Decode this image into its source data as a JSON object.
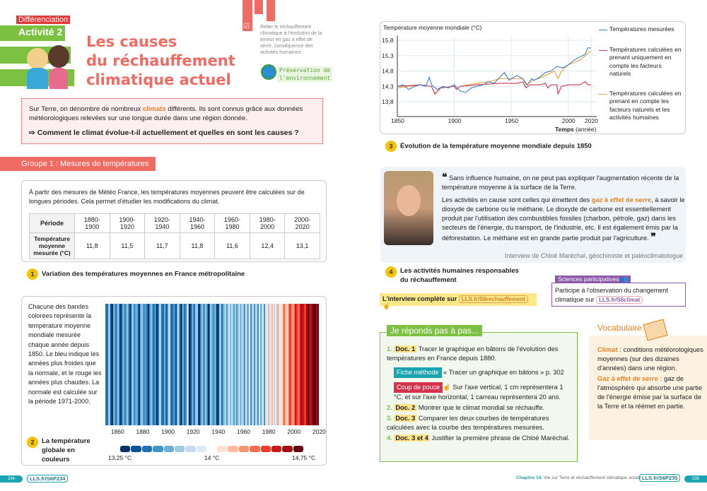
{
  "header": {
    "differenciation": "Différenciation",
    "activite": "Activité 2",
    "title": [
      "Les causes",
      "du réchauffement",
      "climatique actuel"
    ],
    "objective": "Relier le réchauffement climatique à l'évolution de la teneur en gaz à effet de serre, conséquence des activités humaines.",
    "theme": [
      "Préservation de",
      "l'environnement"
    ]
  },
  "intro": {
    "text_before": "Sur Terre, on dénombre de nombreux ",
    "keyword": "climats",
    "text_after": " différents. Ils sont connus grâce aux données météorologiques relevées sur une longue durée dans une région donnée.",
    "question": "Comment le climat évolue-t-il actuellement et quelles en sont les causes ?"
  },
  "group1": {
    "label": "Groupe 1 : Mesures de températures"
  },
  "doc1": {
    "text": "À partir des mesures de Météo France, les températures moyennes peuvent être calculées sur de longues périodes. Cela permet d'étudier les modifications du climat.",
    "header_label": "Période",
    "row_label": "Température moyenne mesurée (°C)",
    "periods": [
      "1880-1900",
      "1900-1920",
      "1920-1940",
      "1940-1960",
      "1960-1980",
      "1980-2000",
      "2000-2020"
    ],
    "values": [
      "11,8",
      "11,5",
      "11,7",
      "11,8",
      "11,6",
      "12,4",
      "13,1"
    ],
    "num": "1",
    "caption": "Variation des températures moyennes en France métropolitaine"
  },
  "doc2": {
    "text": "Chacune des bandes colorées représente la température moyenne mondiale mesurée chaque année depuis 1850. Le bleu indique les années plus froides que la normale, et le rouge les années plus chaudes. La normale est calculée sur la période 1971-2000.",
    "ticks": [
      "1860",
      "1880",
      "1900",
      "1920",
      "1940",
      "1960",
      "1980",
      "2000",
      "2020"
    ],
    "scale_min": "13,25 °C",
    "scale_mid": "14 °C",
    "scale_max": "14,75 °C",
    "palette": [
      "#08306b",
      "#08519c",
      "#2171b5",
      "#4292c6",
      "#6baed6",
      "#9ecae1",
      "#c6dbef",
      "#deebf7",
      "#fee0d2",
      "#fcbba1",
      "#fc9272",
      "#fb6a4a",
      "#ef3b2c",
      "#cb181d",
      "#a50f15",
      "#67000d"
    ],
    "num": "2",
    "caption": "La température globale en couleurs"
  },
  "doc3": {
    "num": "3",
    "caption": "Évolution de la température moyenne mondiale depuis 1850",
    "chart_data": {
      "type": "line",
      "ylabel": "Température moyenne mondiale (°C)",
      "xlabel_bold": "Temps",
      "xlabel_unit": "(année)",
      "yticks": [
        "15,8",
        "15,3",
        "14,8",
        "14,3",
        "13,8"
      ],
      "ytick_values": [
        15.8,
        15.3,
        14.8,
        14.3,
        13.8
      ],
      "xticks": [
        "1850",
        "1900",
        "1950",
        "2000",
        "2020"
      ],
      "xtick_values": [
        1850,
        1900,
        1950,
        2000,
        2020
      ],
      "xlim": [
        1850,
        2025
      ],
      "ylim": [
        13.3,
        15.95
      ],
      "series": [
        {
          "name": "Températures mesurées",
          "color": "#3a7cc4",
          "x": [
            1850,
            1855,
            1860,
            1865,
            1870,
            1875,
            1878,
            1880,
            1885,
            1890,
            1895,
            1900,
            1905,
            1910,
            1915,
            1920,
            1925,
            1930,
            1935,
            1940,
            1944,
            1948,
            1950,
            1955,
            1960,
            1964,
            1968,
            1970,
            1975,
            1980,
            1985,
            1990,
            1995,
            2000,
            2005,
            2010,
            2015,
            2017,
            2020
          ],
          "y": [
            14.3,
            14.35,
            14.2,
            14.3,
            14.35,
            14.3,
            14.6,
            14.35,
            14.2,
            14.3,
            14.25,
            14.35,
            14.15,
            14.1,
            14.25,
            14.3,
            14.35,
            14.45,
            14.4,
            14.6,
            14.75,
            14.5,
            14.55,
            14.65,
            14.55,
            14.35,
            14.55,
            14.5,
            14.6,
            14.75,
            14.8,
            14.95,
            14.9,
            15.0,
            15.15,
            15.25,
            15.35,
            15.55,
            15.55
          ]
        },
        {
          "name": "Températures calculées en prenant uniquement en compte les facteurs naturels",
          "color": "#d6334f",
          "x": [
            1850,
            1870,
            1880,
            1883,
            1888,
            1900,
            1902,
            1905,
            1920,
            1940,
            1955,
            1960,
            1963,
            1966,
            1975,
            1980,
            1982,
            1985,
            1990,
            1991,
            1994,
            2000,
            2010,
            2015,
            2017,
            2020
          ],
          "y": [
            14.3,
            14.35,
            14.3,
            14.05,
            14.25,
            14.3,
            14.2,
            14.3,
            14.35,
            14.4,
            14.4,
            14.45,
            14.25,
            14.35,
            14.35,
            14.4,
            14.25,
            14.35,
            14.35,
            14.05,
            14.3,
            14.35,
            14.35,
            14.45,
            14.35,
            14.35
          ]
        },
        {
          "name": "Températures calculées en prenant en compte les facteurs naturels et les activités humaines",
          "color": "#f0a030",
          "x": [
            1850,
            1870,
            1880,
            1883,
            1888,
            1900,
            1902,
            1905,
            1920,
            1930,
            1940,
            1955,
            1960,
            1963,
            1970,
            1980,
            1988,
            1991,
            1994,
            2000,
            2010,
            2020
          ],
          "y": [
            14.25,
            14.35,
            14.3,
            14.05,
            14.25,
            14.3,
            14.2,
            14.3,
            14.4,
            14.45,
            14.55,
            14.55,
            14.55,
            14.35,
            14.5,
            14.65,
            14.8,
            14.55,
            14.8,
            15.0,
            15.15,
            15.45
          ]
        }
      ]
    }
  },
  "doc4": {
    "quote1": "Sans influence humaine, on ne peut pas expliquer l'augmentation récente de la température moyenne à la surface de la Terre.",
    "quote2_before": "Les activités en cause sont celles qui émettent des ",
    "quote2_keyword": "gaz à effet de serre",
    "quote2_after": ", à savoir le dioxyde de carbone ou le méthane. Le dioxyde de carbone est essentiellement produit par l'utilisation des combustibles fossiles (charbon, pétrole, gaz) dans les secteurs de l'énergie, du transport, de l'industrie, etc. Il est également émis par la déforestation. Le méthane est en grande partie produit par l'agriculture.",
    "source": "Interview de Chloé Maréchal, géochimiste et paléoclimatologue",
    "num": "4",
    "caption": "Les activités humaines responsables du réchauffement",
    "interview_label": "L'interview complète sur",
    "interview_link": "LLS.fr/S6rechauffement"
  },
  "sciences": {
    "label": "Sciences participatives",
    "text": "Participe à l'observation du changement climatique sur",
    "link": "LLS.fr/S6climat"
  },
  "questions": {
    "title": "Je réponds pas à pas...",
    "items": [
      {
        "n": "1.",
        "doc": "Doc. 1",
        "text": "Tracer le graphique en bâtons de l'évolution des températures en France depuis 1880."
      },
      {
        "n": "2.",
        "doc": "Doc. 2",
        "text": "Montrer que le climat mondial se réchauffe."
      },
      {
        "n": "3.",
        "doc": "Doc. 3",
        "text": "Comparer les deux courbes de températures calculées avec la courbe des températures mesurées."
      },
      {
        "n": "4.",
        "doc": "Doc. 3 et 4",
        "text": "Justifier la première phrase de Chloé Maréchal."
      }
    ],
    "fiche_label": "Fiche méthode",
    "fiche_text": "« Tracer un graphique en bâtons » p. 302",
    "coup_label": "Coup de pouce",
    "coup_text": "Sur l'axe vertical, 1 cm représentera 1 °C, et sur l'axe horizontal, 1 carreau représentera 20 ans."
  },
  "vocab": {
    "title": "Vocabulaire",
    "items": [
      {
        "term": "Climat :",
        "def": " conditions météorologiques moyennes (sur des dizaines d'années) dans une région."
      },
      {
        "term": "Gaz à effet de serre :",
        "def": " gaz de l'atmosphère qui absorbe une partie de l'énergie émise par la surface de la Terre et la réémet en partie."
      }
    ]
  },
  "footer": {
    "left_page": "234",
    "left_link": "LLS.fr/S6P234",
    "chapter": "Chapitre 14.",
    "chapter_title": "Vie sur Terre et réchauffement climatique actuel",
    "right_link": "LLS.fr/S6P235",
    "right_page": "235"
  }
}
